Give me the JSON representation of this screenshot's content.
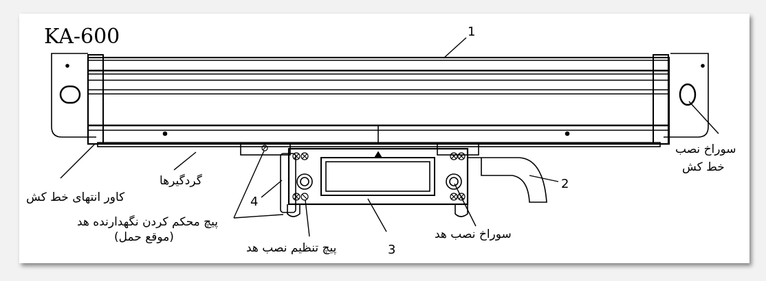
{
  "title": "KA-600",
  "callouts": {
    "n1": "1",
    "n2": "2",
    "n3": "3",
    "n4": "4"
  },
  "labels": {
    "scale_mount_hole_line1": "سوراخ نصب",
    "scale_mount_hole_line2": "خط کش",
    "dust_seals": "گردگیرها",
    "scale_end_cover": "کاور انتهای خط کش",
    "head_lock_screw_line1": "پیچ محکم کردن نگهدارنده هد",
    "head_lock_screw_line2": "(موقع حمل)",
    "head_adjust_screw": "پیچ تنظیم نصب هد",
    "head_mount_hole": "سوراخ نصب هد"
  }
}
